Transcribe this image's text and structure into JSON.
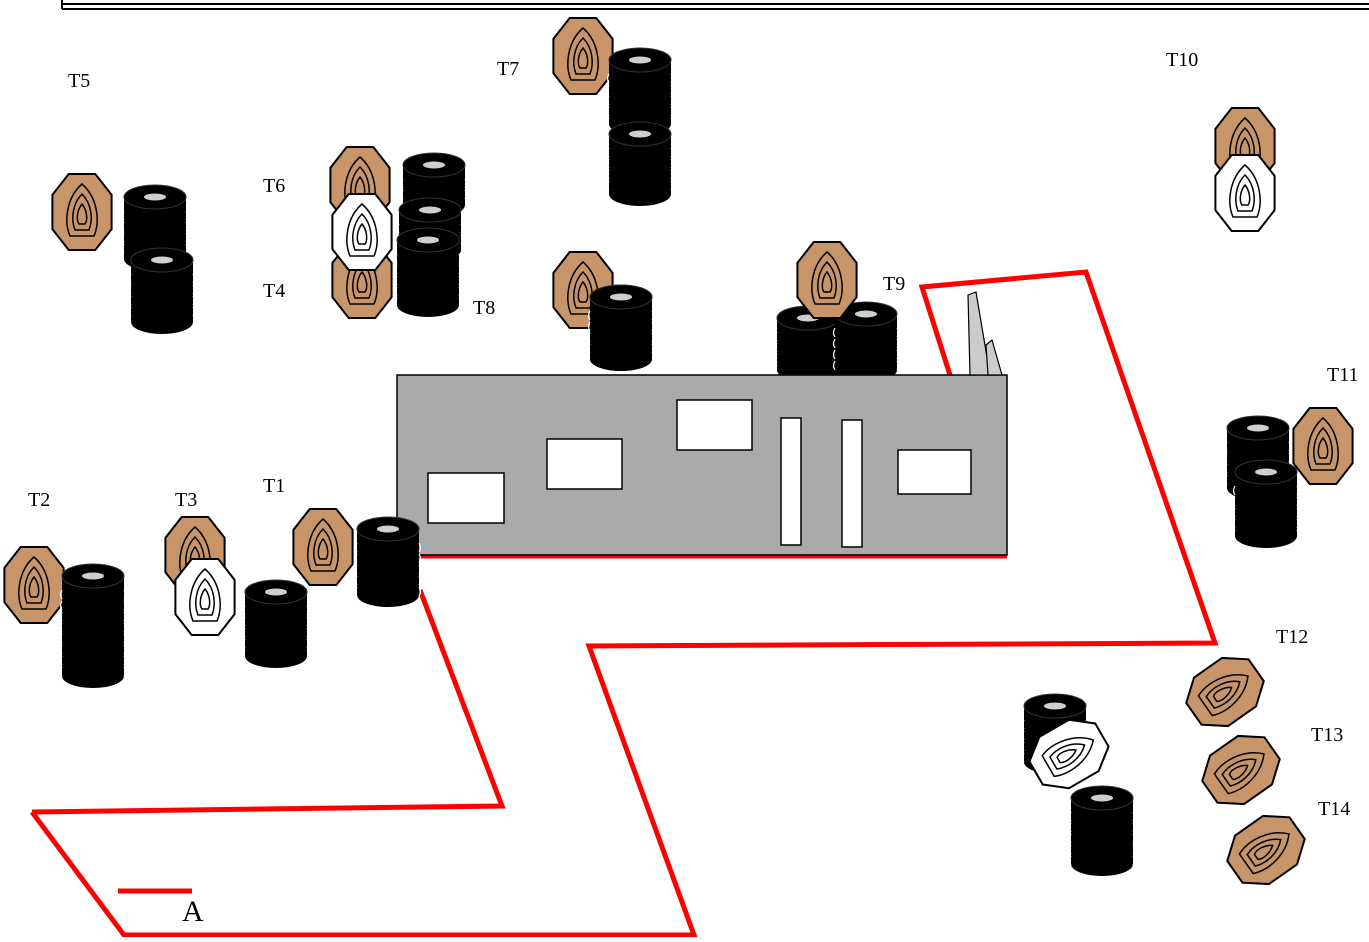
{
  "labels": {
    "T1": "T1",
    "T2": "T2",
    "T3": "T3",
    "T4": "T4",
    "T5": "T5",
    "T6": "T6",
    "T7": "T7",
    "T8": "T8",
    "T9": "T9",
    "T10": "T10",
    "T11": "T11",
    "T12": "T12",
    "T13": "T13",
    "T14": "T14",
    "start": "A"
  },
  "colors": {
    "target_brown": "#c8956a",
    "target_white": "#ffffff",
    "barrel": "#000000",
    "building": "#aaaaaa",
    "path": "#ff0000",
    "window": "#ffffff"
  },
  "icons": [
    "brown-target-icon",
    "white-target-icon",
    "barrel-stack-icon",
    "building",
    "course-path"
  ]
}
